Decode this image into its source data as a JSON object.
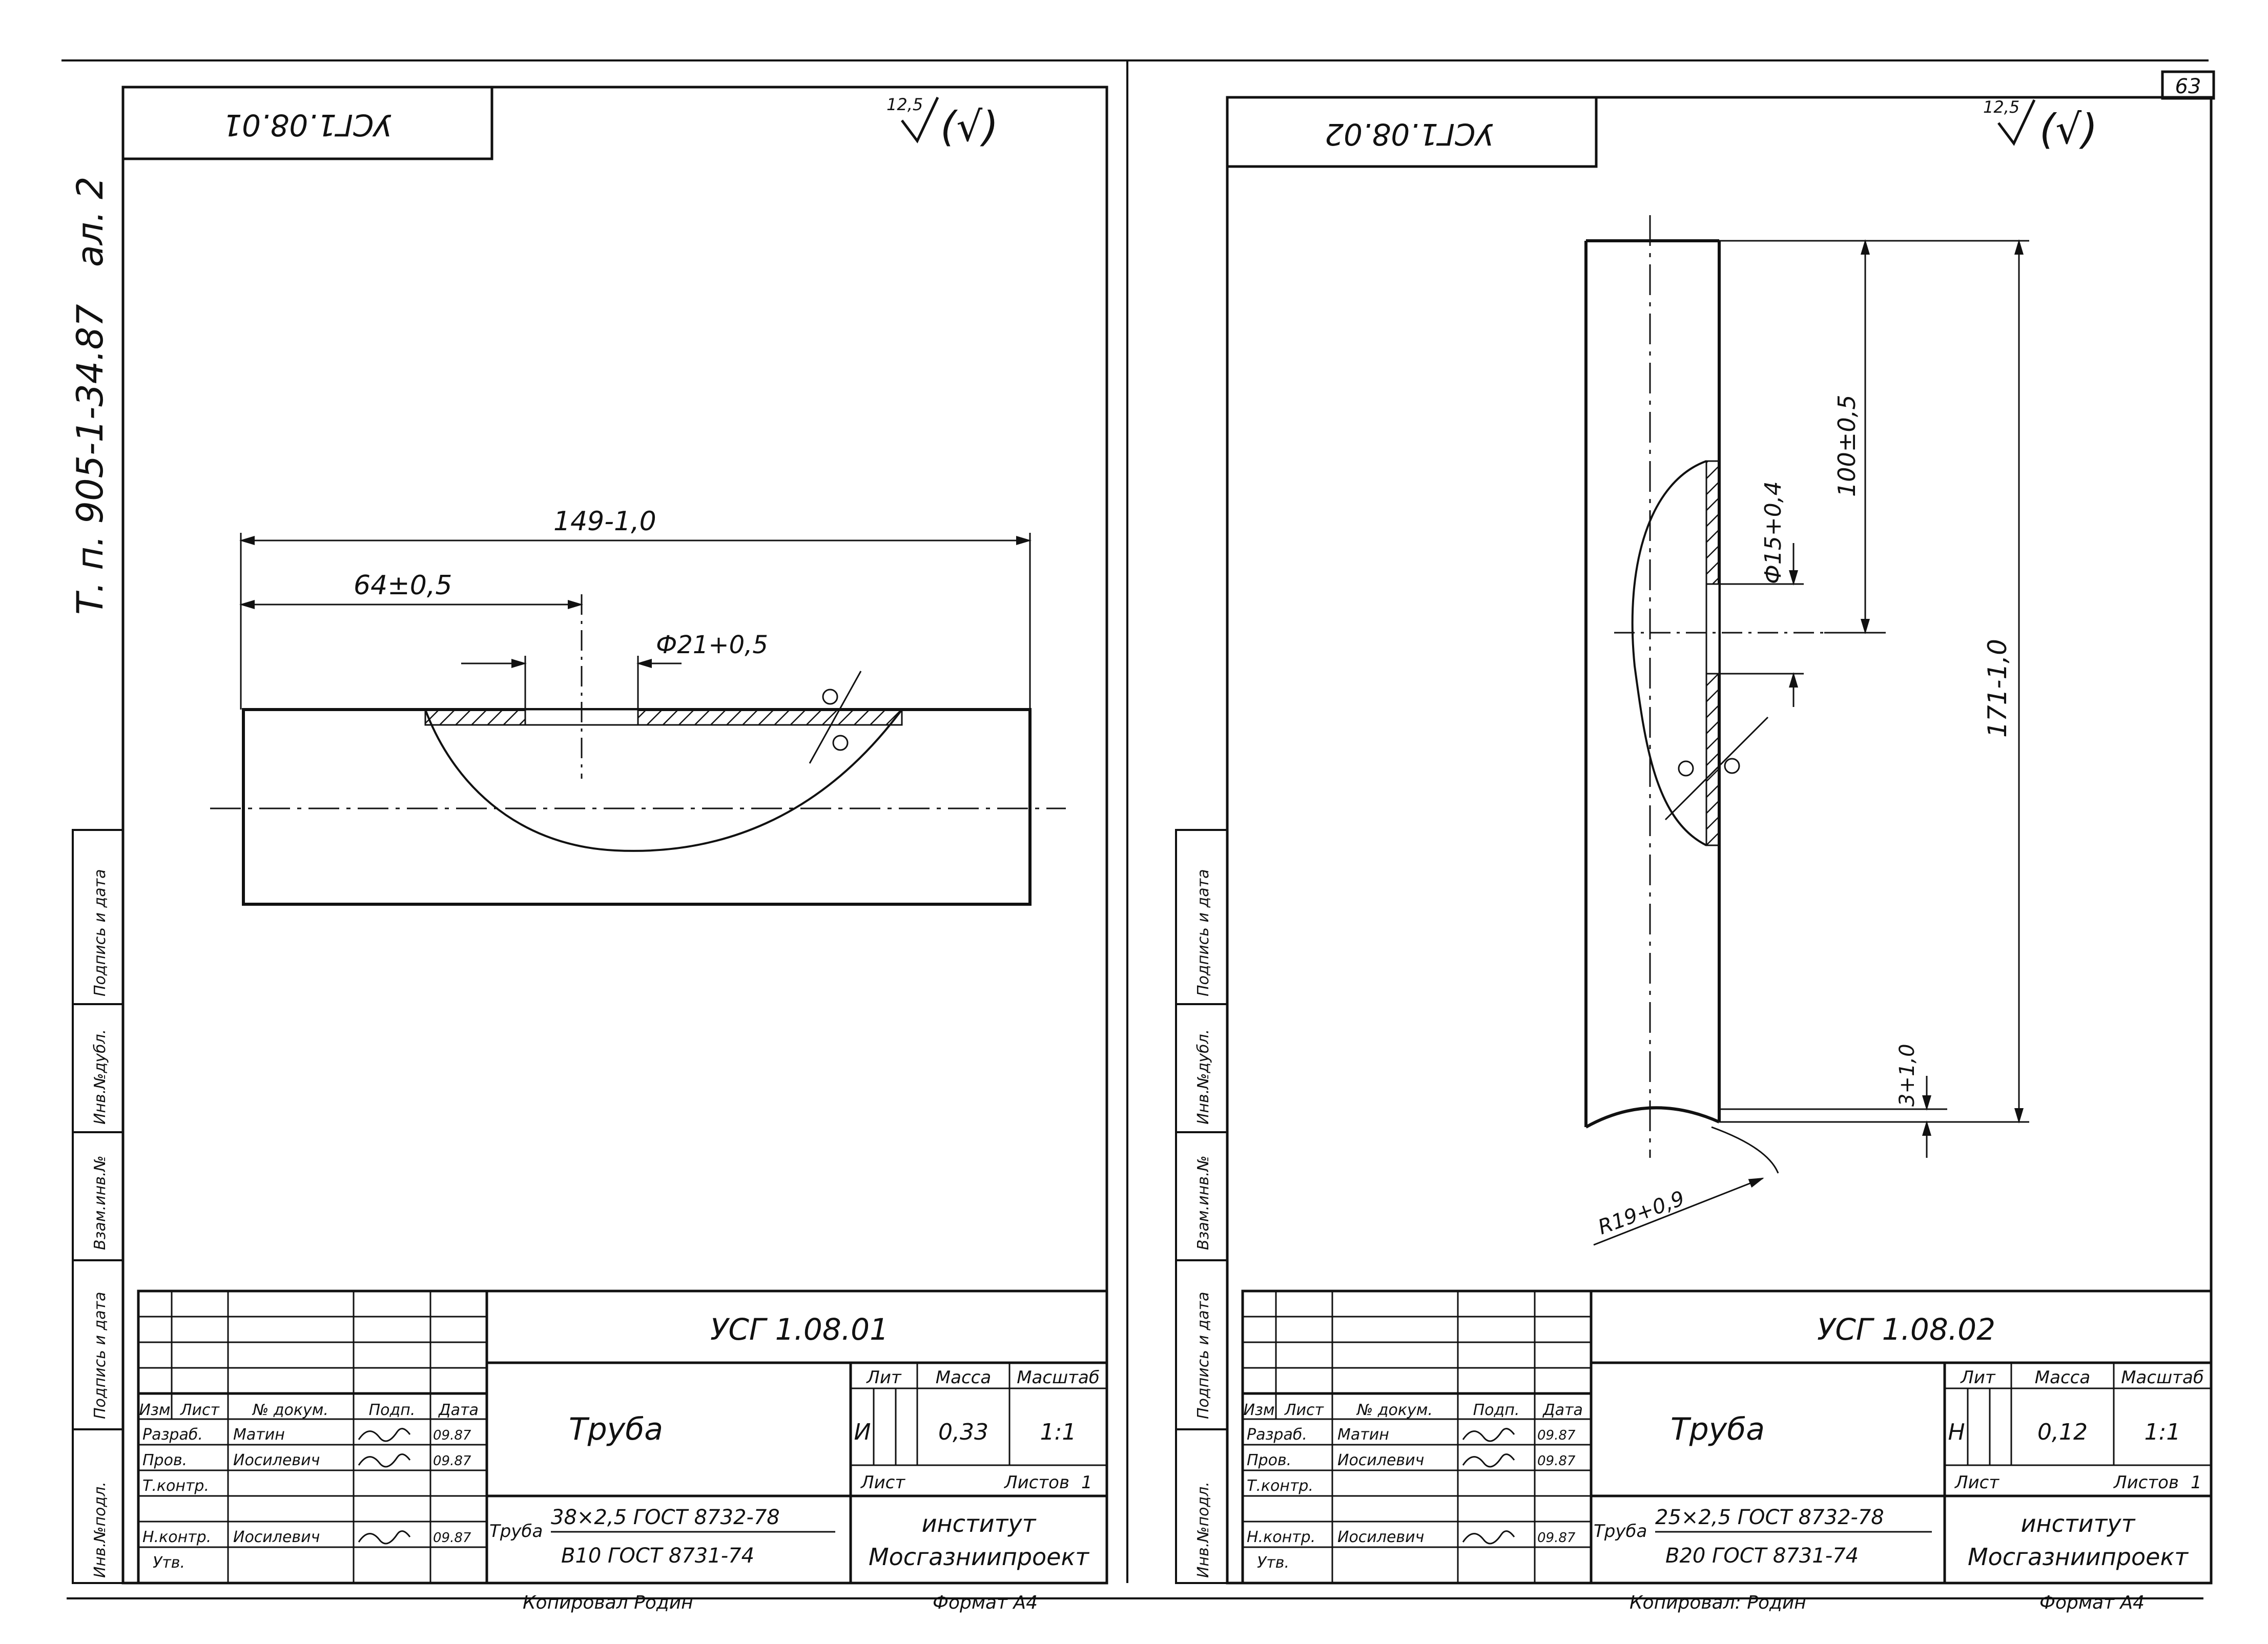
{
  "page_number": "63",
  "series_code": "Т. п. 905-1-34.87",
  "album": "ал. 2",
  "side_stamp": [
    "Инв.№подл.",
    "Подпись и дата",
    "Взам.инв.№",
    "Инв.№дубл.",
    "Подпись и дата"
  ],
  "roughness": "12,5",
  "roughness_paren": "(√)",
  "sheets": [
    {
      "top_code_inverted": "УСГ1.08.01",
      "designation": "УСГ 1.08.01",
      "part_name": "Труба",
      "dimensions": {
        "overall": "149-1,0",
        "offset": "64±0,5",
        "hole": "Ф21+0,5"
      },
      "material_line1": "38×2,5 ГОСТ 8732-78",
      "material_line2": "В10 ГОСТ 8731-74",
      "material_prefix": "Труба",
      "lit": "И",
      "mass": "0,33",
      "scale": "1:1",
      "sheet_label": "Лист",
      "sheets_label": "Листов",
      "sheets_count": "1",
      "org_line1": "институт",
      "org_line2": "Мосгазниипроект",
      "copied": "Копировал  Родин",
      "format": "Формат А4"
    },
    {
      "top_code_inverted": "УСГ1.08.02",
      "designation": "УСГ 1.08.02",
      "part_name": "Труба",
      "dimensions": {
        "overall": "171-1,0",
        "offset": "100±0,5",
        "hole": "Ф15+0,4",
        "end": "3+1,0",
        "radius": "R19+0,9"
      },
      "material_line1": "25×2,5 ГОСТ 8732-78",
      "material_line2": "В20 ГОСТ 8731-74",
      "material_prefix": "Труба",
      "lit": "Н",
      "mass": "0,12",
      "scale": "1:1",
      "sheet_label": "Лист",
      "sheets_label": "Листов",
      "sheets_count": "1",
      "org_line1": "институт",
      "org_line2": "Мосгазниипроект",
      "copied": "Копировал:  Родин",
      "format": "Формат А4"
    }
  ],
  "title_block_headers": {
    "izm": "Изм",
    "list": "Лист",
    "ndoc": "№ докум.",
    "podp": "Подп.",
    "data": "Дата",
    "lit": "Лит",
    "mass": "Масса",
    "scale": "Масштаб"
  },
  "title_block_rows": [
    {
      "role": "Разраб.",
      "name": "Матин",
      "date": "09.87"
    },
    {
      "role": "Пров.",
      "name": "Иосилевич",
      "date": "09.87"
    },
    {
      "role": "Т.контр.",
      "name": "",
      "date": ""
    },
    {
      "role": "",
      "name": "",
      "date": ""
    },
    {
      "role": "Н.контр.",
      "name": "Иосилевич",
      "date": "09.87"
    },
    {
      "role": "Утв.",
      "name": "",
      "date": ""
    }
  ]
}
